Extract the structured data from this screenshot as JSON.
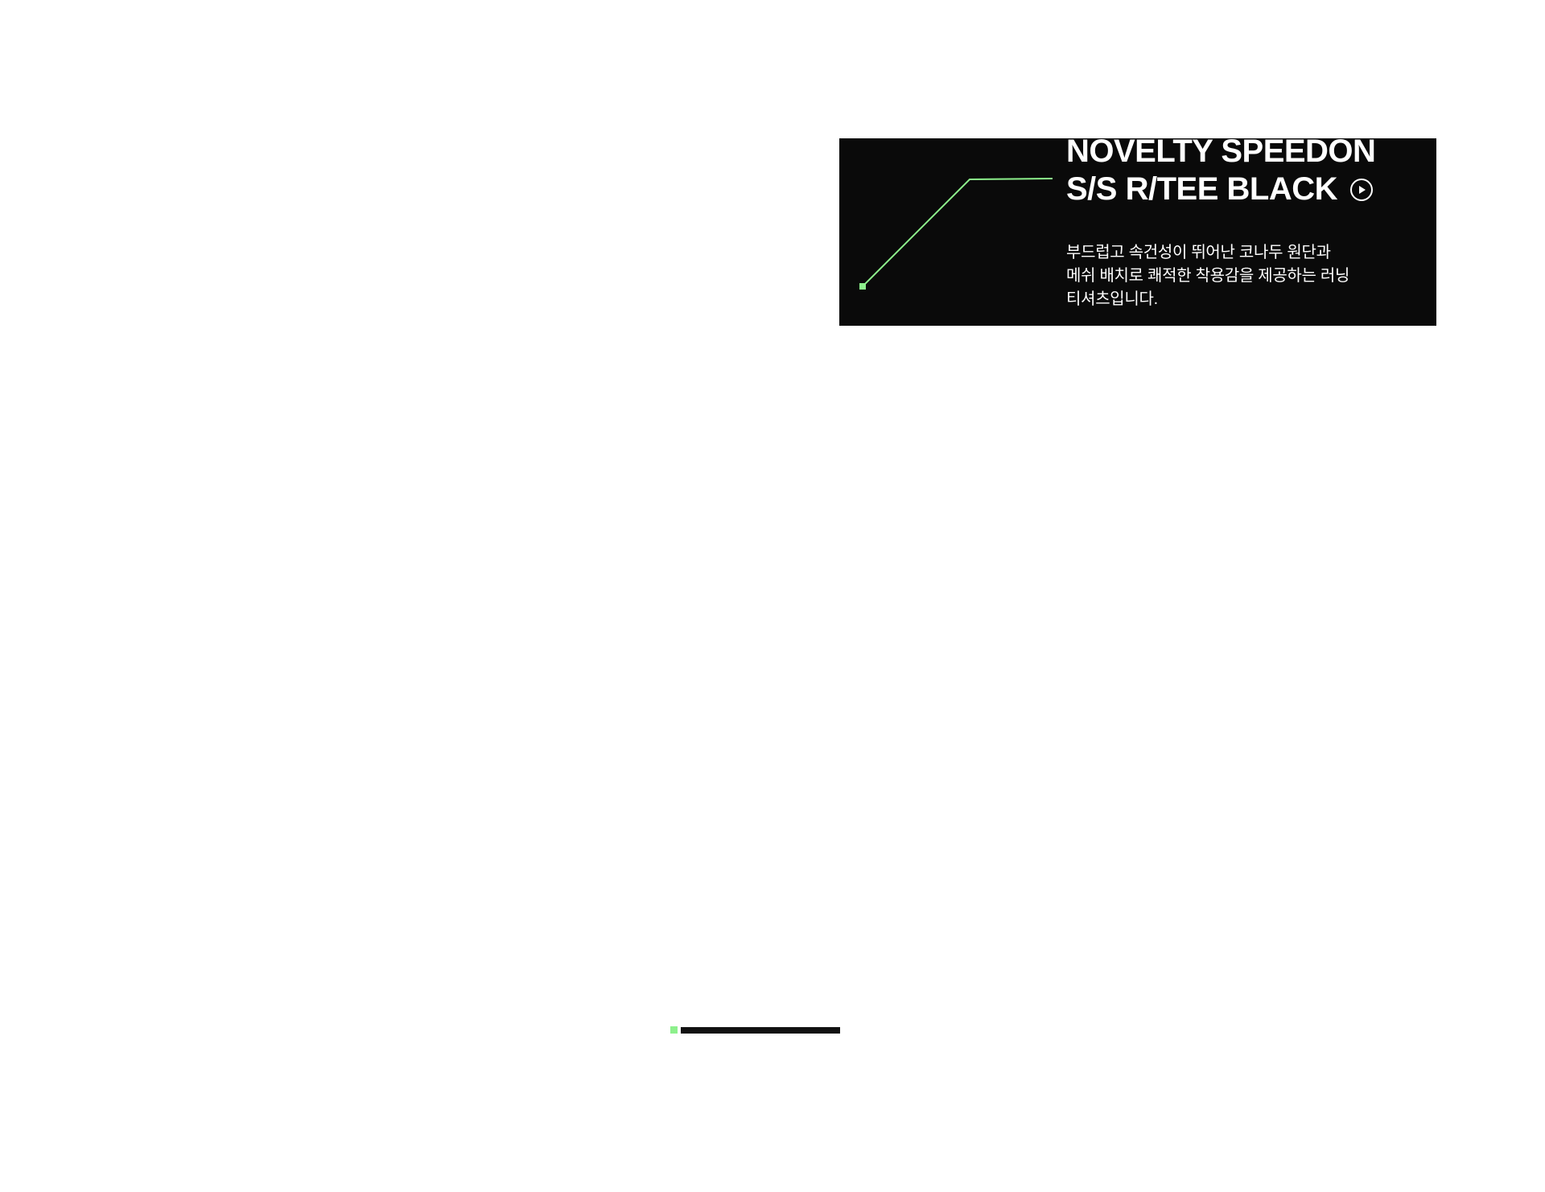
{
  "theme": {
    "page_background": "#ffffff",
    "card_background": "#0a0a0a",
    "accent_green": "#8df08c",
    "text_white": "#ffffff",
    "bar_black": "#111111"
  },
  "product_card": {
    "title_line1": "NOVELTY SPEEDON",
    "title_line2": "S/S R/TEE BLACK",
    "play_icon": "play-circle-icon",
    "trend_graphic": "green-trend-line-with-dot",
    "description_line1": "부드럽고 속건성이 뛰어난 코나두 원단과",
    "description_line2": "메쉬 배치로 쾌적한 착용감을 제공하는 러닝",
    "description_line3": "티셔츠입니다."
  },
  "progress_indicator": {
    "marker_color": "#8df08c",
    "bar_color": "#111111"
  }
}
